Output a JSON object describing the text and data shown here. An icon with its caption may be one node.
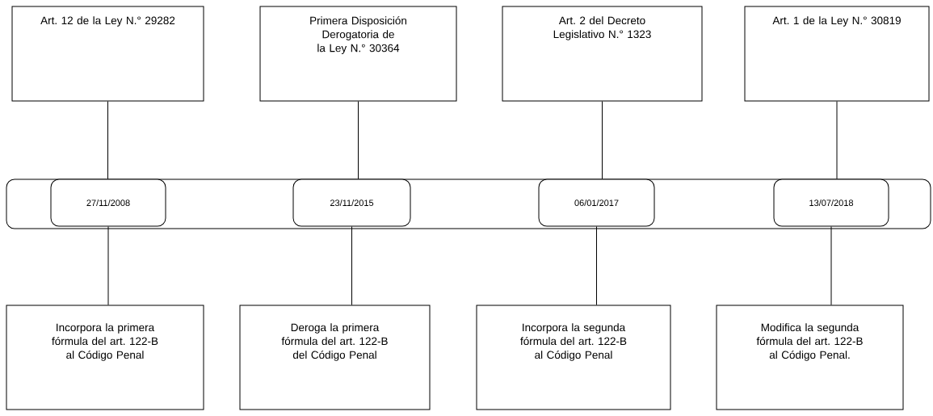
{
  "diagram": {
    "nodes": [
      {
        "text": [
          "Art. 12 de la Ley N.° 29282"
        ]
      },
      {
        "text": [
          "Primera Disposición Derogatoria de la Ley N.° 30364"
        ]
      },
      {
        "text": [
          "Art. 2 del Decreto Legislativo N.° 1323"
        ]
      },
      {
        "text": [
          "Art. 1 de la Ley N.° 30819"
        ]
      },
      {
        "text": [],
        "shape": "bar"
      },
      {
        "text": [
          "27/11/2008"
        ],
        "in": 4
      },
      {
        "text": [
          "23/11/2015"
        ],
        "in": 4
      },
      {
        "text": [
          "06/01/2017"
        ],
        "in": 4
      },
      {
        "text": [
          "13/07/2018"
        ],
        "in": 4
      },
      {
        "text": [
          "Incorpora la primera fórmula del art. 122-B al Código Penal"
        ]
      },
      {
        "text": [
          "Deroga la primera fórmula del art. 122-B del Código Penal"
        ]
      },
      {
        "text": [
          "Incorpora la segunda fórmula del art. 122-B al Código Penal"
        ]
      },
      {
        "text": [
          "Modifica la segunda fórmula del art. 122-B al Código Penal."
        ]
      }
    ],
    "edges": [
      {
        "from": 0,
        "to": 5,
        "arrow": "none"
      },
      {
        "from": 1,
        "to": 6,
        "arrow": "none"
      },
      {
        "from": 2,
        "to": 7,
        "arrow": "none"
      },
      {
        "from": 3,
        "to": 8,
        "arrow": "none"
      },
      {
        "from": 5,
        "to": 9,
        "arrow": "none"
      },
      {
        "from": 6,
        "to": 10,
        "arrow": "none"
      },
      {
        "from": 7,
        "to": 11,
        "arrow": "none"
      },
      {
        "from": 8,
        "to": 12,
        "arrow": "none"
      }
    ]
  }
}
